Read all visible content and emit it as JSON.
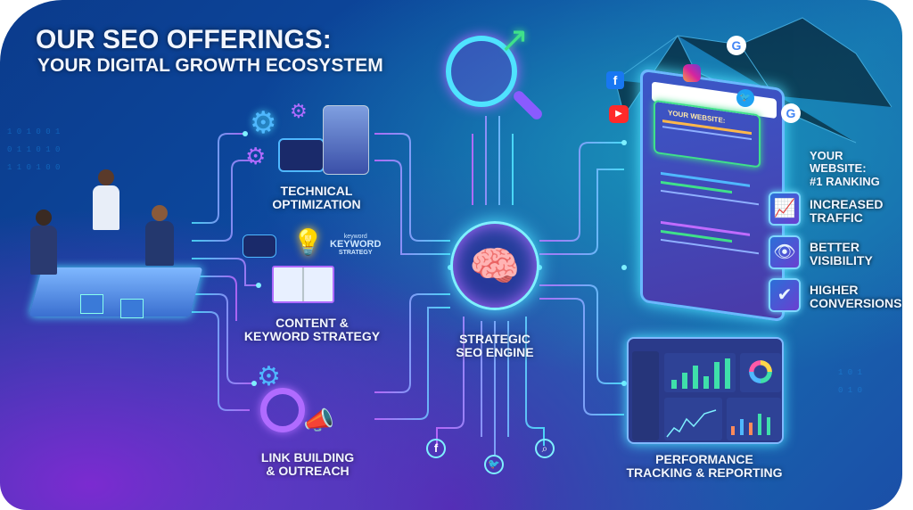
{
  "title": {
    "line1": "OUR SEO OFFERINGS:",
    "line2": "YOUR DIGITAL GROWTH ECOSYSTEM"
  },
  "services": [
    {
      "line1": "TECHNICAL",
      "line2": "OPTIMIZATION"
    },
    {
      "line1": "CONTENT &",
      "line2": "KEYWORD STRATEGY"
    },
    {
      "line1": "LINK BUILDING",
      "line2": "& OUTREACH"
    }
  ],
  "keyword_badge": {
    "small": "keyword",
    "big": "KEYWORD",
    "sub": "STRATEGY"
  },
  "engine": {
    "line1": "STRATEGIC",
    "line2": "SEO ENGINE"
  },
  "website": {
    "search_text": "YOUR WEBSITE:",
    "heading1": "YOUR WEBSITE:",
    "heading2": "#1 RANKING"
  },
  "benefits": [
    {
      "icon": "chart-growth-icon",
      "line1": "INCREASED",
      "line2": "TRAFFIC"
    },
    {
      "icon": "eye-icon",
      "line1": "BETTER",
      "line2": "VISIBILITY"
    },
    {
      "icon": "hand-check-icon",
      "line1": "HIGHER",
      "line2": "CONVERSIONS"
    }
  ],
  "reporting": {
    "line1": "PERFORMANCE",
    "line2": "TRACKING & REPORTING"
  },
  "social_icons": [
    "facebook-icon",
    "youtube-icon",
    "instagram-icon",
    "google-icon",
    "twitter-icon",
    "search-icon"
  ],
  "colors": {
    "accent_cyan": "#4fe3ff",
    "accent_purple": "#b55cff",
    "accent_green": "#3fe08a"
  }
}
